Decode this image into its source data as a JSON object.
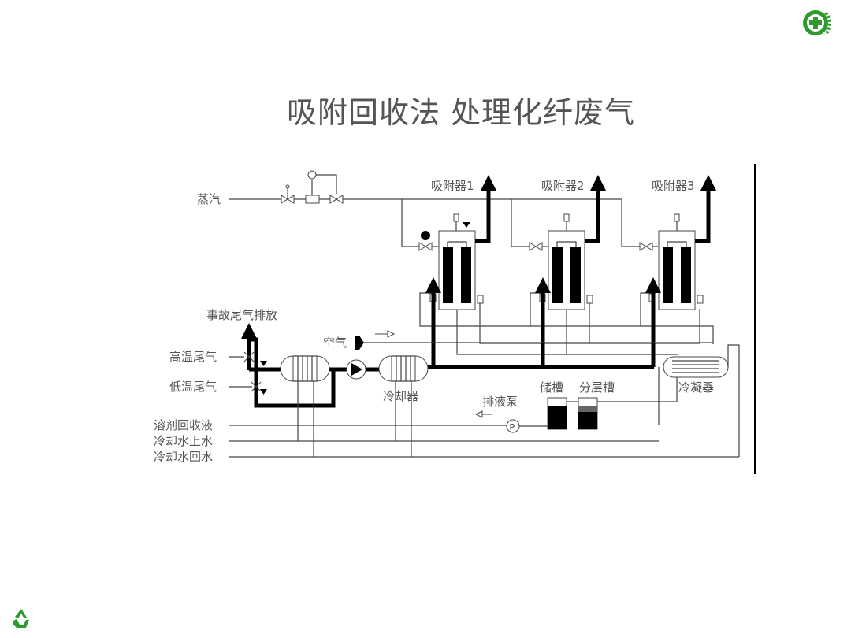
{
  "title": "吸附回收法 处理化纤废气",
  "colors": {
    "logo_green": "#2e9a2e",
    "line": "#444444",
    "text": "#555555"
  },
  "icons": {
    "top_right": "health-cross-emblem-icon",
    "bottom_left": "recycle-icon"
  },
  "diagram": {
    "steam": "蒸汽",
    "adsorbers": [
      "吸附器1",
      "吸附器2",
      "吸附器3"
    ],
    "emergency_exhaust": "事故尾气排放",
    "high_temp_gas": "高温尾气",
    "low_temp_gas": "低温尾气",
    "air": "空气",
    "cooler": "冷却器",
    "drain_pump": "排液泵",
    "pump_symbol": "P",
    "storage_tank": "储槽",
    "separator_tank": "分层槽",
    "condenser": "冷凝器",
    "solvent_recovery": "溶剂回收液",
    "cooling_water_supply": "冷却水上水",
    "cooling_water_return": "冷却水回水"
  }
}
